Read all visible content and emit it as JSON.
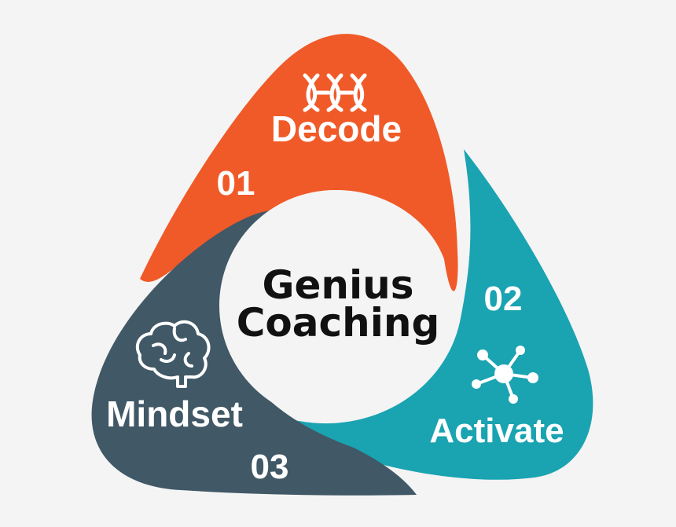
{
  "center": {
    "line1": "Genius",
    "line2": "Coaching"
  },
  "segments": [
    {
      "number": "01",
      "label": "Decode",
      "icon": "dna-icon",
      "color": "#f05a28"
    },
    {
      "number": "02",
      "label": "Activate",
      "icon": "network-icon",
      "color": "#1aa3b1"
    },
    {
      "number": "03",
      "label": "Mindset",
      "icon": "brain-icon",
      "color": "#415866"
    }
  ],
  "colors": {
    "background": "#f4f4f4",
    "center_fill": "#f4f4f4",
    "center_text": "#111111"
  }
}
